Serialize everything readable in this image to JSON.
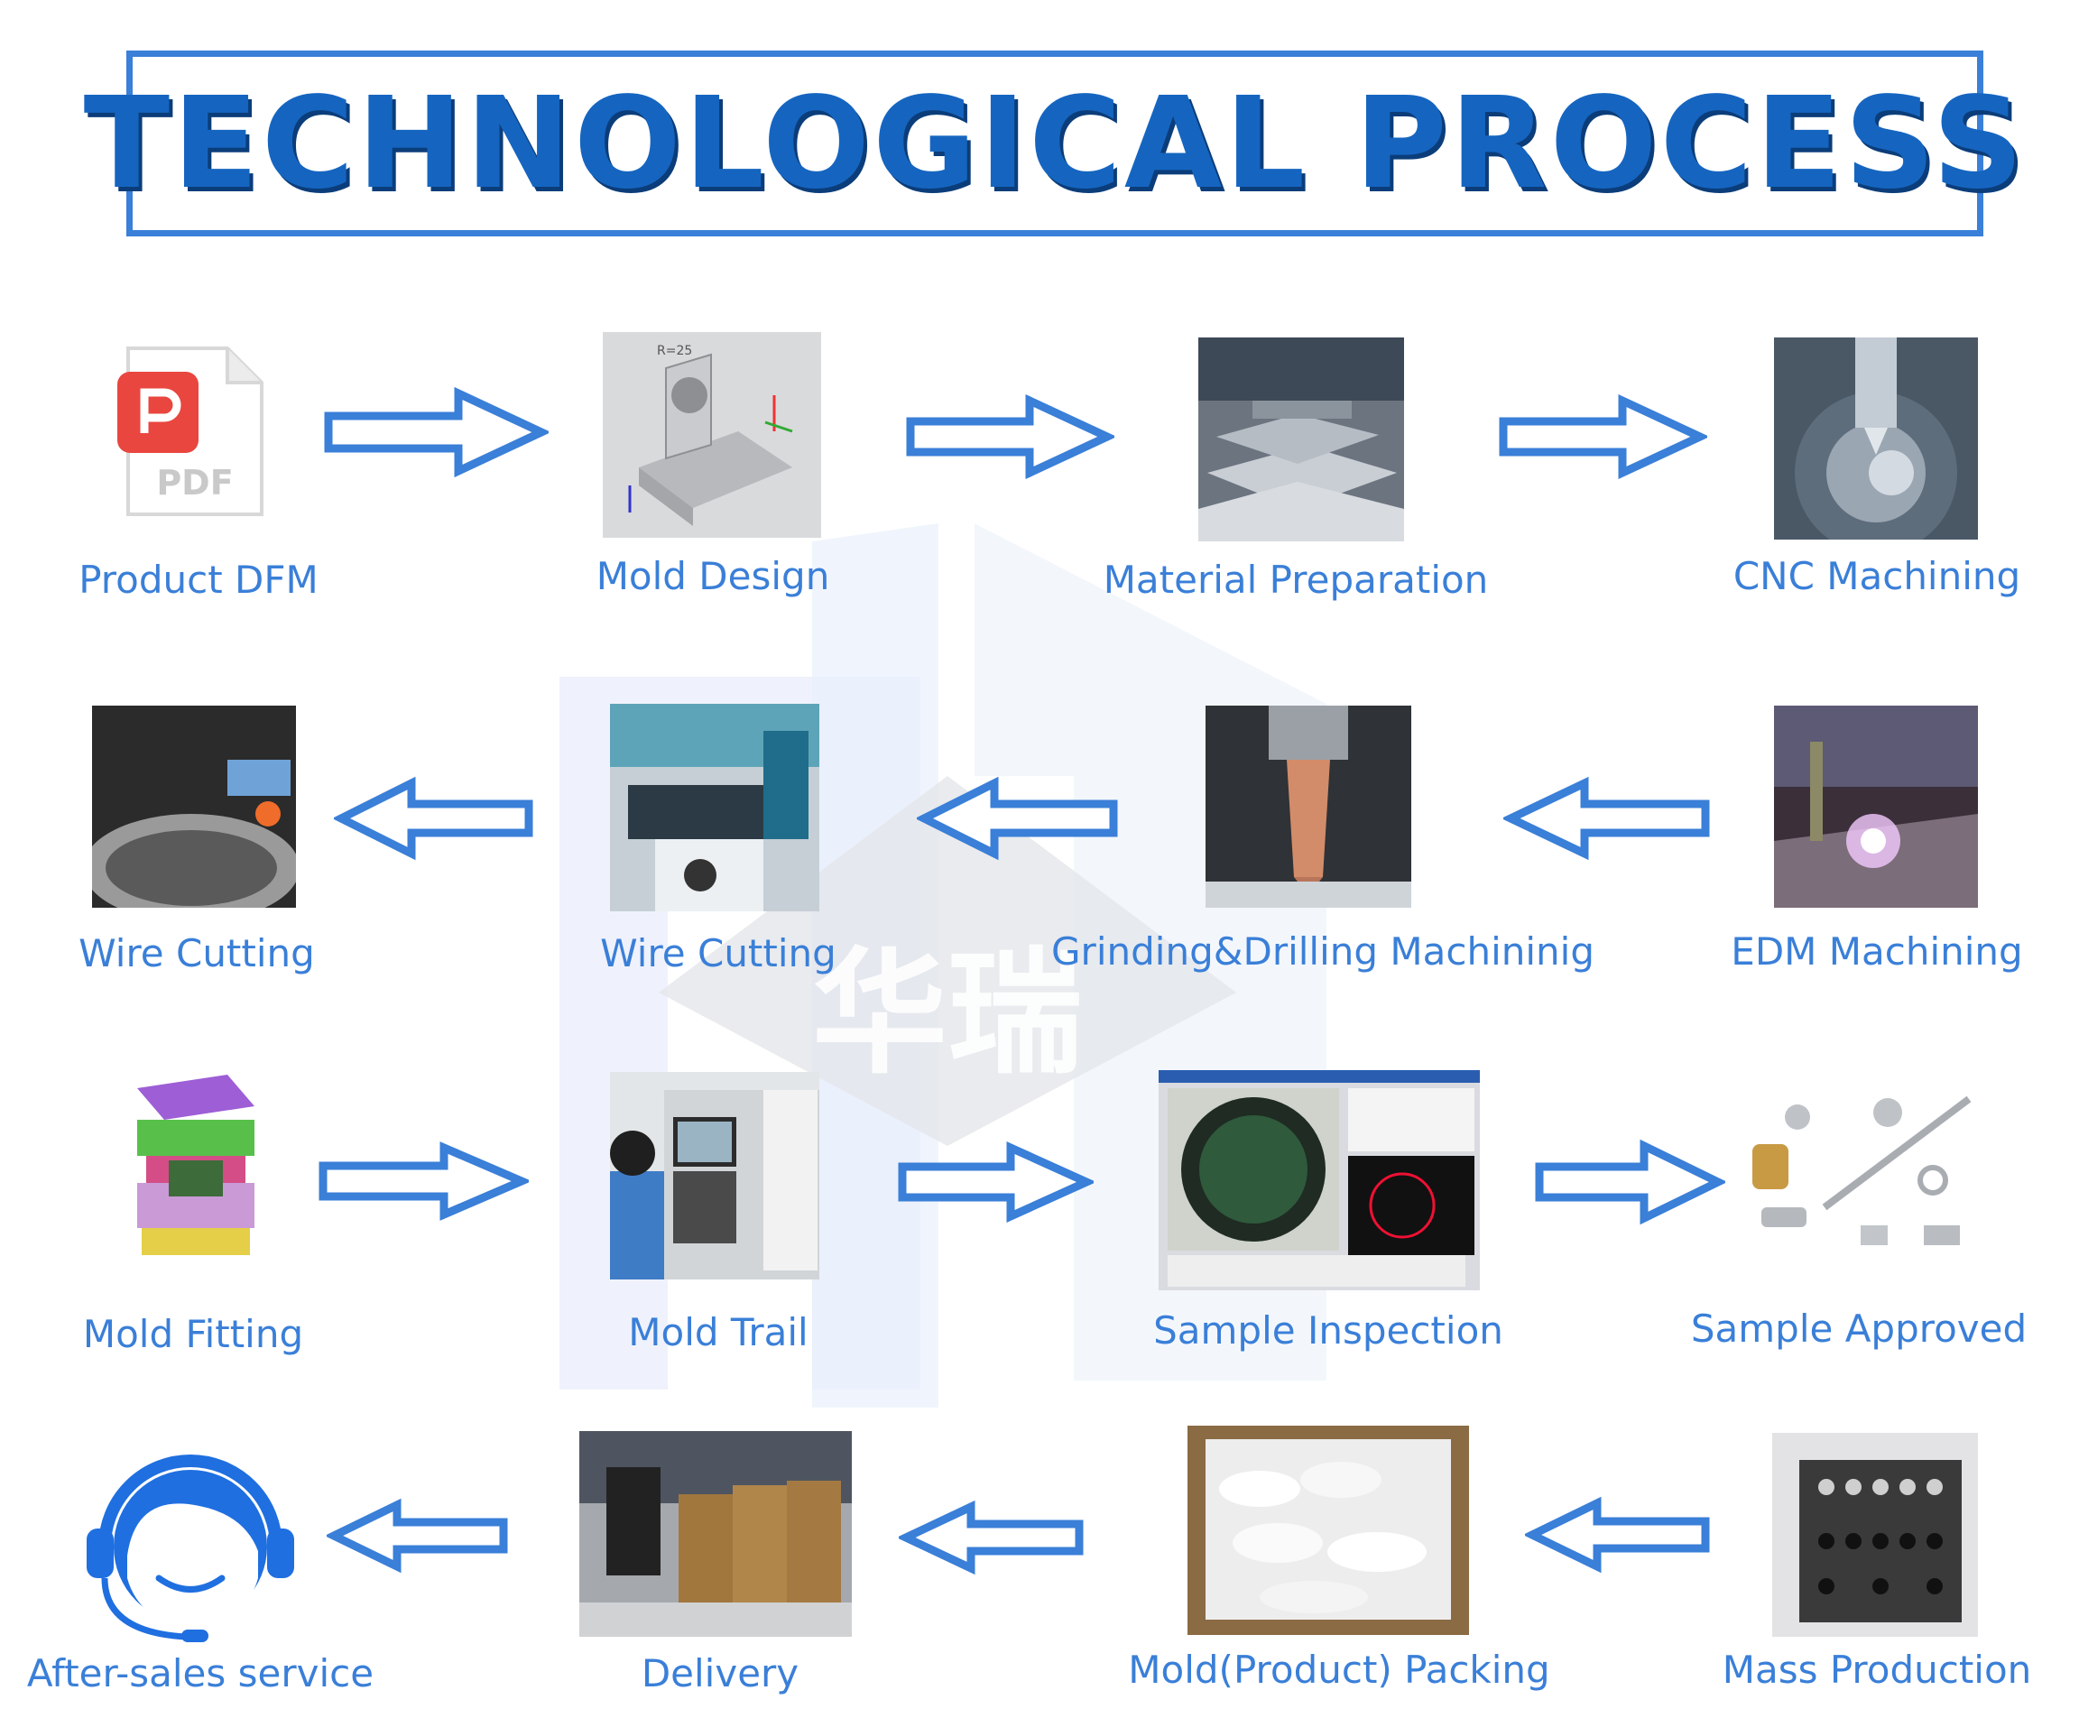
{
  "title": "TECHNOLOGICAL PROCESS",
  "colors": {
    "accent": "#3a7fd8",
    "title": "#1565c0",
    "title_shadow": "#0b3d7a"
  },
  "steps": [
    {
      "label": "Product DFM",
      "icon": "pdf-document-icon"
    },
    {
      "label": "Mold Design",
      "icon": "cad-drawing-photo"
    },
    {
      "label": "Material Preparation",
      "icon": "metal-plates-photo"
    },
    {
      "label": "CNC Machining",
      "icon": "cnc-spindle-photo"
    },
    {
      "label": "EDM Machining",
      "icon": "edm-sparks-photo"
    },
    {
      "label": "Grinding&Drilling Machininig",
      "icon": "drill-bit-photo"
    },
    {
      "label": "Wire Cutting",
      "icon": "wire-cutting-machine-photo"
    },
    {
      "label": "Wire Cutting",
      "icon": "cutting-wheel-photo"
    },
    {
      "label": "Mold Fitting",
      "icon": "mold-assembly-render"
    },
    {
      "label": "Mold Trail",
      "icon": "machine-operator-photo"
    },
    {
      "label": "Sample Inspection",
      "icon": "inspection-screen-photo"
    },
    {
      "label": "Sample Approved",
      "icon": "machined-parts-photo"
    },
    {
      "label": "Mass Production",
      "icon": "produced-parts-photo"
    },
    {
      "label": "Mold(Product) Packing",
      "icon": "packed-box-photo"
    },
    {
      "label": "Delivery",
      "icon": "warehouse-pallets-photo"
    },
    {
      "label": "After-sales service",
      "icon": "headset-agent-icon"
    }
  ],
  "pdf_icon_text": "PDF",
  "watermark_text": "华瑞"
}
